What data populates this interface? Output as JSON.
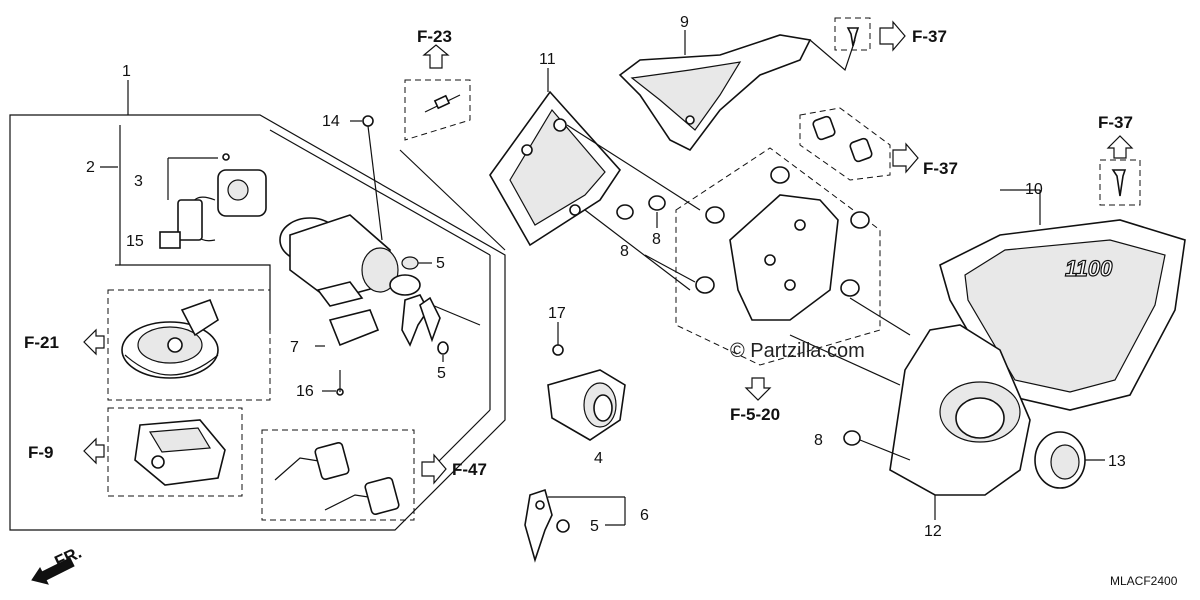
{
  "diagram": {
    "code": "MLACF2400",
    "watermark": "© Partzilla.com",
    "front_label": "FR.",
    "cover_logo": "1100"
  },
  "callouts": {
    "c1": "1",
    "c2": "2",
    "c3": "3",
    "c4": "4",
    "c5a": "5",
    "c5b": "5",
    "c5c": "5",
    "c6": "6",
    "c7": "7",
    "c8a": "8",
    "c8b": "8",
    "c8c": "8",
    "c9": "9",
    "c10": "10",
    "c11": "11",
    "c12": "12",
    "c13": "13",
    "c14": "14",
    "c15": "15",
    "c16": "16",
    "c17": "17"
  },
  "references": {
    "f23": "F-23",
    "f37a": "F-37",
    "f37b": "F-37",
    "f37c": "F-37",
    "f21": "F-21",
    "f9": "F-9",
    "f47": "F-47",
    "f520": "F-5-20"
  }
}
